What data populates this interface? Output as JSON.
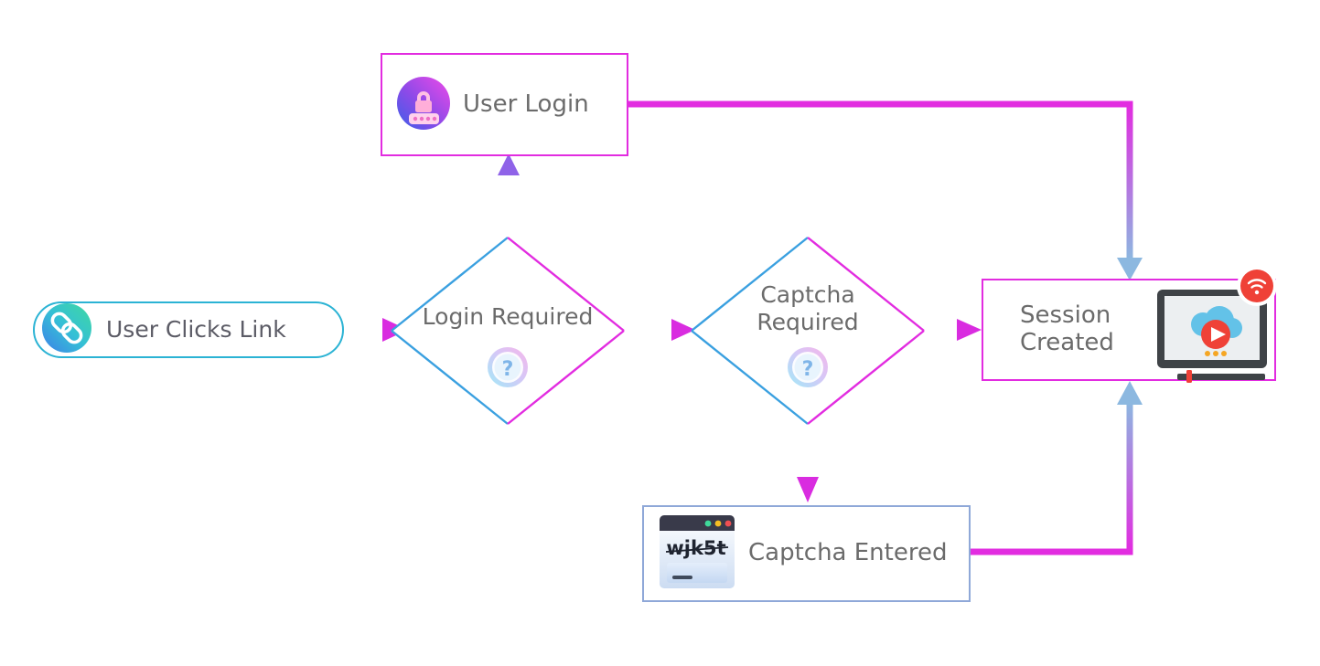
{
  "diagram": {
    "type": "flowchart",
    "title": "",
    "background": "#ffffff",
    "nodes": [
      {
        "id": "user-clicks-link",
        "label": "User Clicks Link",
        "shape": "rounded-pill",
        "border_color": "#2bb3d4",
        "icon": "link-chain-icon"
      },
      {
        "id": "login-required",
        "label": "Login Required",
        "shape": "diamond",
        "border_left_color": "#3aa0e0",
        "border_right_color": "#e22ce0",
        "icon": "question-mark-icon"
      },
      {
        "id": "user-login",
        "label": "User Login",
        "shape": "rectangle",
        "border_color": "#e22ce0",
        "icon": "password-lock-icon"
      },
      {
        "id": "captcha-required",
        "label": "Captcha\nRequired",
        "shape": "diamond",
        "border_left_color": "#3aa0e0",
        "border_right_color": "#e22ce0",
        "icon": "question-mark-icon"
      },
      {
        "id": "captcha-entered",
        "label": "Captcha Entered",
        "shape": "rectangle",
        "border_color": "#8fa8d8",
        "icon": "captcha-window-icon",
        "icon_text": "wjk5t"
      },
      {
        "id": "session-created",
        "label": "Session\nCreated",
        "shape": "rectangle",
        "border_color": "#e22ce0",
        "icon": "laptop-stream-icon"
      }
    ],
    "edges": [
      {
        "id": "start-to-login-required",
        "from": "user-clicks-link",
        "to": "login-required",
        "label": "",
        "color_start": "#9fb9e8",
        "color_end": "#d92ce0"
      },
      {
        "id": "login-required-to-user-login",
        "from": "login-required",
        "to": "user-login",
        "label": "",
        "color_start": "#e22ce0",
        "color_end": "#8f63e8"
      },
      {
        "id": "login-required-to-captcha-required",
        "from": "login-required",
        "to": "captcha-required",
        "label": "",
        "color_start": "#9fb9e8",
        "color_end": "#d92ce0"
      },
      {
        "id": "user-login-to-session-created",
        "from": "user-login",
        "to": "session-created",
        "label": "",
        "color_start": "#e22ce0",
        "color_end": "#8cb8e0"
      },
      {
        "id": "captcha-required-to-session-created",
        "from": "captcha-required",
        "to": "session-created",
        "label": "",
        "color_start": "#9fb9e8",
        "color_end": "#d92ce0"
      },
      {
        "id": "captcha-required-to-captcha-entered",
        "from": "captcha-required",
        "to": "captcha-entered",
        "label": "",
        "color_start": "#9b6ae0",
        "color_end": "#e22ce0"
      },
      {
        "id": "captcha-entered-to-session-created",
        "from": "captcha-entered",
        "to": "session-created",
        "label": "",
        "color_start": "#e22ce0",
        "color_end": "#8cb8e0"
      }
    ],
    "colors": {
      "magenta": "#e22ce0",
      "blue": "#3aa0e0",
      "periwinkle": "#8fa8d8",
      "text": "#6b6b6b",
      "teal": "#2bb3d4"
    }
  }
}
